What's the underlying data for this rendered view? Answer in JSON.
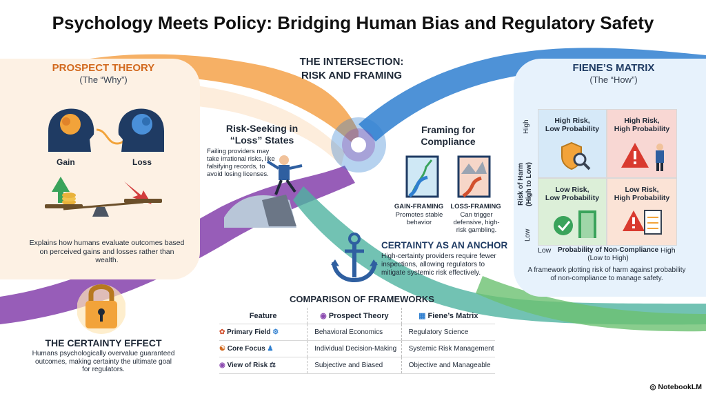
{
  "title": "Psychology Meets Policy: Bridging Human Bias and Regulatory Safety",
  "colors": {
    "orange": "#f39a3c",
    "purple": "#8c4bb0",
    "teal": "#2fa3a3",
    "blue": "#2f7fd0",
    "green": "#5bb86a"
  },
  "prospect": {
    "heading": "PROSPECT THEORY",
    "sub": "(The “Why”)",
    "gain_label": "Gain",
    "loss_label": "Loss",
    "desc": "Explains how humans evaluate outcomes based on perceived gains and losses rather than wealth."
  },
  "intersection": {
    "heading_line1": "THE INTERSECTION:",
    "heading_line2": "RISK AND FRAMING"
  },
  "risk_seeking": {
    "heading_line1": "Risk-Seeking in",
    "heading_line2": "“Loss” States",
    "desc": "Failing providers may take irrational risks, like falsifying records, to avoid losing licenses."
  },
  "framing": {
    "heading_line1": "Framing for",
    "heading_line2": "Compliance",
    "gain_label": "GAIN-FRAMING",
    "gain_desc": "Promotes stable behavior",
    "loss_label": "LOSS-FRAMING",
    "loss_desc": "Can trigger defensive, high-risk gambling."
  },
  "anchor": {
    "heading": "CERTAINTY AS AN ANCHOR",
    "desc": "High-certainty providers require fewer inspections, allowing regulators to mitigate systemic risk effectively."
  },
  "certainty": {
    "heading": "THE CERTAINTY EFFECT",
    "desc": "Humans psychologically overvalue guaranteed outcomes, making certainty the ultimate goal for regulators."
  },
  "fiene": {
    "heading": "FIENE’S MATRIX",
    "sub": "(The “How”)",
    "y_axis_line1": "Risk of Harm",
    "y_axis_line2": "(High to Low)",
    "y_high": "High",
    "y_low": "Low",
    "x_low": "Low",
    "x_high": "High",
    "x_axis_line1": "Probability of Non-Compliance",
    "x_axis_line2": "(Low to High)",
    "cells": {
      "tl_line1": "High Risk,",
      "tl_line2": "Low Probability",
      "tr_line1": "High Risk,",
      "tr_line2": "High Probability",
      "bl_line1": "Low Risk,",
      "bl_line2": "Low Probability",
      "br_line1": "Low Risk,",
      "br_line2": "High Probability"
    },
    "desc": "A framework plotting risk of harm against probability of non-compliance to manage safety."
  },
  "comparison": {
    "heading": "COMPARISON OF FRAMEWORKS",
    "col_feature": "Feature",
    "col_prospect": "Prospect Theory",
    "col_fiene": "Fiene’s Matrix",
    "rows": [
      {
        "feature": "Primary Field",
        "prospect": "Behavioral Economics",
        "fiene": "Regulatory Science"
      },
      {
        "feature": "Core Focus",
        "prospect": "Individual Decision-Making",
        "fiene": "Systemic Risk Management"
      },
      {
        "feature": "View of Risk",
        "prospect": "Subjective and Biased",
        "fiene": "Objective and Manageable"
      }
    ]
  },
  "brand": "NotebookLM"
}
